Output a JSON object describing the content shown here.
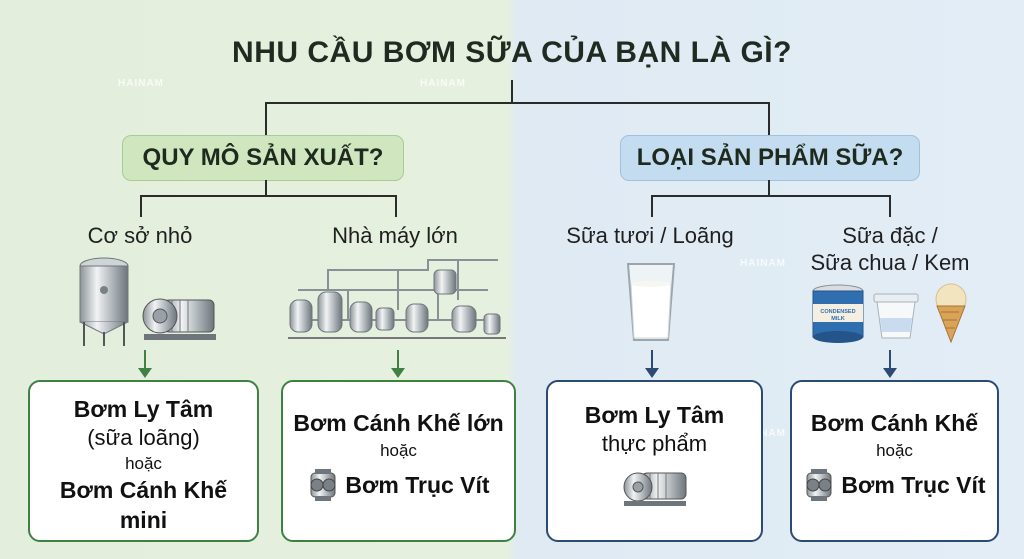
{
  "title": "NHU CẦU BƠM SỮA CỦA BẠN LÀ GÌ?",
  "watermark": "HAINAM",
  "left": {
    "question": "QUY MÔ SẢN XUẤT?",
    "options": [
      {
        "label": "Cơ sở nhỏ",
        "icons": [
          "storage-tank-icon",
          "centrifugal-pump-icon"
        ],
        "result": {
          "line1": "Bơm Ly Tâm",
          "line2": "(sữa loãng)",
          "or": "hoặc",
          "line3": "Bơm Cánh Khế",
          "line4": "mini"
        }
      },
      {
        "label": "Nhà máy lớn",
        "icons": [
          "factory-piping-icon"
        ],
        "result": {
          "line1": "Bơm Cánh Khế lớn",
          "or": "hoặc",
          "line2": "Bơm Trục Vít",
          "icon": "diaphragm-pump-icon"
        }
      }
    ]
  },
  "right": {
    "question": "LOẠI SẢN PHẨM SỮA?",
    "options": [
      {
        "label": "Sữa tươi / Loãng",
        "icons": [
          "milk-glass-icon"
        ],
        "result": {
          "line1": "Bơm Ly Tâm",
          "line2": "thực phẩm",
          "icon": "centrifugal-pump-icon"
        }
      },
      {
        "label_line1": "Sữa đặc /",
        "label_line2": "Sữa chua / Kem",
        "icons": [
          "condensed-milk-can-icon",
          "yogurt-cup-icon",
          "ice-cream-cone-icon"
        ],
        "can_label": "CONDENSED MILK",
        "result": {
          "line1": "Bơm Cánh Khế",
          "or": "hoặc",
          "line2": "Bơm Trục Vít",
          "icon": "diaphragm-pump-icon"
        }
      }
    ]
  },
  "colors": {
    "green": "#3f8043",
    "blue": "#2c4a72",
    "pill_green": "#cfe6bf",
    "pill_blue": "#c4dcef"
  }
}
